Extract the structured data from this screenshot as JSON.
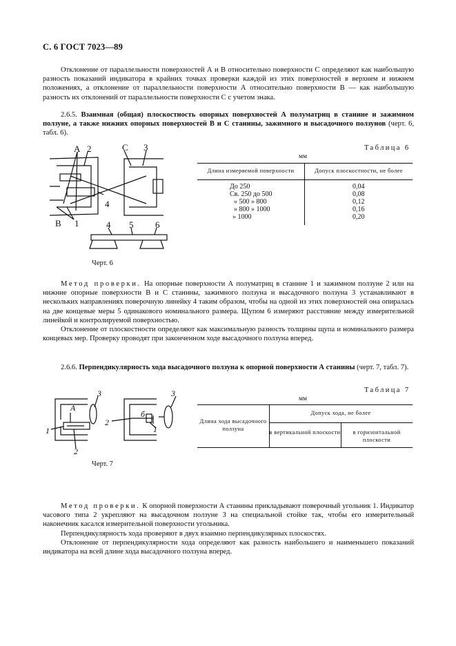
{
  "header": "С. 6 ГОСТ 7023—89",
  "p1": "Отклонение от параллельности поверхностей А и В относительно поверхности С определяют как наибольшую разность показаний индикатора в крайних точках проверки каждой из этих поверхностей в верхнем и нижнем положениях, а отклонение от параллельности поверхности А относительно поверхности В — как наибольшую разность их отклонений от параллельности поверхности С с учетом знака.",
  "s265": {
    "num": "2.6.5.",
    "title": "Взаимная (общая) плоскостность опорных поверхностей А полуматриц в станине и зажимном ползуне, а также нижних опорных поверхностей В и С станины, зажимного и высадочного ползунов",
    "ref": "(черт. 6, табл. 6)."
  },
  "fig6": {
    "caption": "Черт. 6",
    "labels": [
      "А",
      "2",
      "С",
      "3",
      "4",
      "В",
      "1",
      "4",
      "5",
      "6"
    ]
  },
  "table6": {
    "caption": "Таблица 6",
    "unit": "мм",
    "col1": "Длина измеряемой поверхности",
    "col2": "Допуск плоскостности, не более",
    "lengths": [
      "До 250",
      "Св. 250 до 500",
      "» 500 » 800",
      "» 800 » 1000",
      "» 1000"
    ],
    "tolerances": [
      "0,04",
      "0,08",
      "0,12",
      "0,16",
      "0,20"
    ]
  },
  "method6": {
    "lead": "Метод проверки.",
    "text": "На опорные поверхности А полуматриц в станине 1 и зажимном ползуне 2 или на нижние опорные поверхности В и С станины, зажимного ползуна и высадочного ползуна 3 устанавливают в нескольких направлениях поверочную линейку 4 таким образом, чтобы на одной из этих поверхностей она опиралась на две концевые меры 5 одинакового номинального размера. Щупом 6 измеряют расстояние между измерительной линейкой и контролируемой поверхностью.",
    "p2": "Отклонение от плоскостности определяют как максимальную разность толщины щупа и номинального размера концевых мер. Проверку проводят при законченном ходе высадочного ползуна вперед."
  },
  "s266": {
    "num": "2.6.6.",
    "title": "Перпендикулярность хода высадочного ползуна к опорной поверхности А станины",
    "ref": "(черт. 7, табл. 7)."
  },
  "fig7": {
    "caption": "Черт. 7",
    "labels": [
      "А",
      "3",
      "1",
      "2",
      "3",
      "2",
      "б",
      "1"
    ]
  },
  "table7": {
    "caption": "Таблица 7",
    "unit": "мм",
    "col1": "Длина хода высадочного ползуна",
    "col2": "Допуск хода, не более",
    "sub1": "в вертикальной плоскости",
    "sub2": "в горизонтальной плоскости"
  },
  "method7": {
    "lead": "Метод проверки.",
    "text": "К опорной поверхности А станины прикладывают поверочный угольник 1. Индикатор часового типа 2 укрепляют на высадочном ползуне 3 на специальной стойке так, чтобы его измерительный наконечник касался измерительной поверхности угольника.",
    "p2": "Перпендикулярность хода проверяют в двух взаимно перпендикулярных плоскостях.",
    "p3": "Отклонение от перпендикулярности хода определяют как разность наибольшего и наименьшего показаний индикатора на всей длине хода высадочного ползуна вперед."
  }
}
